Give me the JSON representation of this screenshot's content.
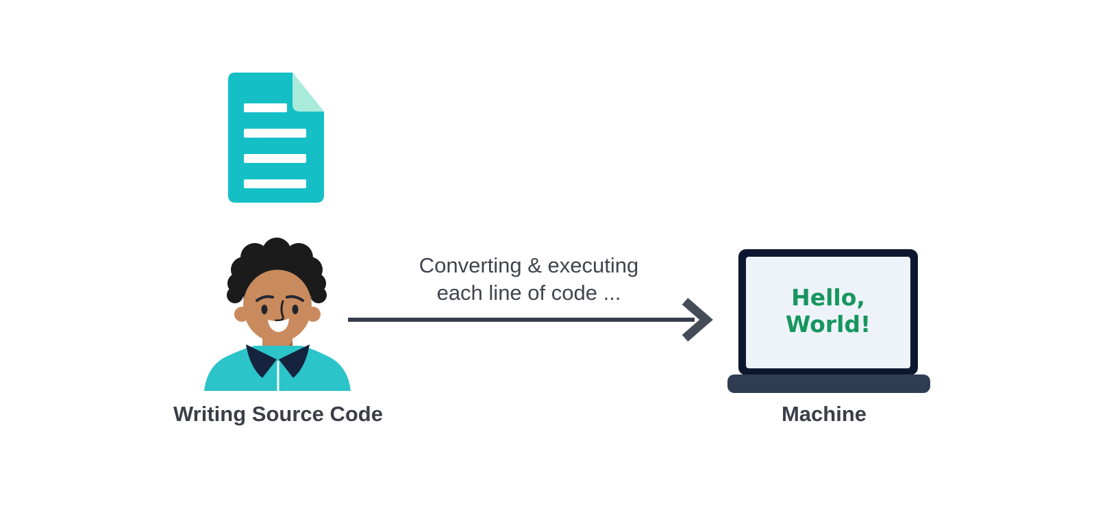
{
  "source_side": {
    "label": "Writing Source Code",
    "document_icon": {
      "body_color": "#14BFC6",
      "fold_color": "#A8EBDB",
      "text_line_color": "#FFFFFF"
    },
    "person": {
      "skin_color": "#C98B5D",
      "neck_shadow_color": "#9E6034",
      "hair_color": "#1B1B1B",
      "eye_color": "#20242E",
      "shirt_color": "#2BC4C9",
      "collar_color": "#15233E",
      "zipper_color": "#FFFFFF"
    }
  },
  "arrow": {
    "caption_line1": "Converting & executing",
    "caption_line2": "each line of code ...",
    "line_color": "#363D4A",
    "head_color": "#464C57",
    "caption_color": "#3F444D"
  },
  "machine_side": {
    "label": "Machine",
    "laptop": {
      "frame_color": "#0D1830",
      "screen_color": "#EDF3F8",
      "base_color": "#2E3D51",
      "screen_text_line1": "Hello,",
      "screen_text_line2": "World!",
      "screen_text_color": "#17965E"
    }
  },
  "labels_color": "#3A3F47",
  "background_color": "#FFFFFF"
}
